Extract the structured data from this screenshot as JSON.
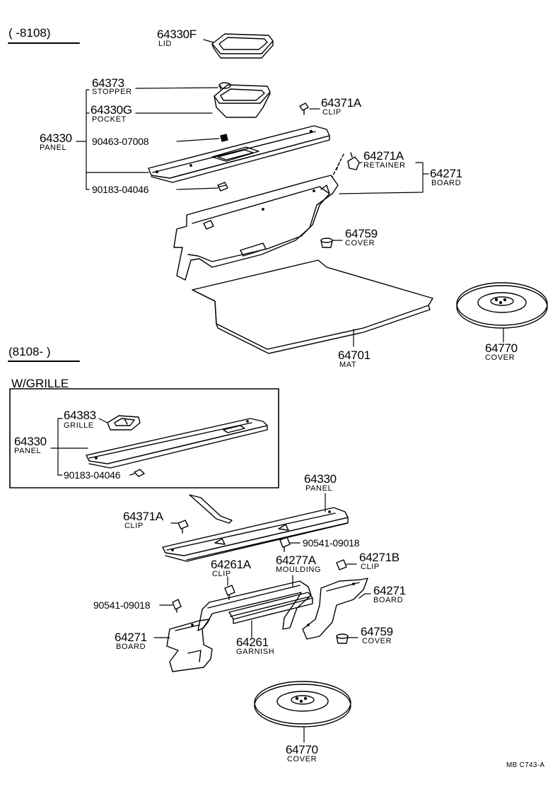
{
  "sections": {
    "top": "(       -8108)",
    "bottom": "(8108-        )",
    "grille": "W/GRILLE"
  },
  "top": {
    "lid": {
      "no": "64330F",
      "name": "LID"
    },
    "stopper": {
      "no": "64373",
      "name": "STOPPER"
    },
    "pocket": {
      "no": "64330G",
      "name": "POCKET"
    },
    "panel": {
      "no": "64330",
      "name": "PANEL"
    },
    "bolt1": {
      "no": "90463-07008"
    },
    "bolt2": {
      "no": "90183-04046"
    },
    "clip": {
      "no": "64371A",
      "name": "CLIP"
    },
    "retainer": {
      "no": "64271A",
      "name": "RETAINER"
    },
    "board": {
      "no": "64271",
      "name": "BOARD"
    },
    "cover1": {
      "no": "64759",
      "name": "COVER"
    },
    "mat": {
      "no": "64701",
      "name": "MAT"
    },
    "cover2": {
      "no": "64770",
      "name": "COVER"
    }
  },
  "grille_box": {
    "grille": {
      "no": "64383",
      "name": "GRILLE"
    },
    "panel": {
      "no": "64330",
      "name": "PANEL"
    },
    "bolt": {
      "no": "90183-04046"
    }
  },
  "bottom": {
    "panel": {
      "no": "64330",
      "name": "PANEL"
    },
    "clip1": {
      "no": "64371A",
      "name": "CLIP"
    },
    "bolt1": {
      "no": "90541-09018"
    },
    "clip2": {
      "no": "64261A",
      "name": "CLIP"
    },
    "moulding": {
      "no": "64277A",
      "name": "MOULDING"
    },
    "clip3": {
      "no": "64271B",
      "name": "CLIP"
    },
    "bolt2": {
      "no": "90541-09018"
    },
    "board_r": {
      "no": "64271",
      "name": "BOARD"
    },
    "board_l": {
      "no": "64271",
      "name": "BOARD"
    },
    "garnish": {
      "no": "64261",
      "name": "GARNISH"
    },
    "cover1": {
      "no": "64759",
      "name": "COVER"
    },
    "cover2": {
      "no": "64770",
      "name": "COVER"
    }
  },
  "code": "MB  C743-A"
}
